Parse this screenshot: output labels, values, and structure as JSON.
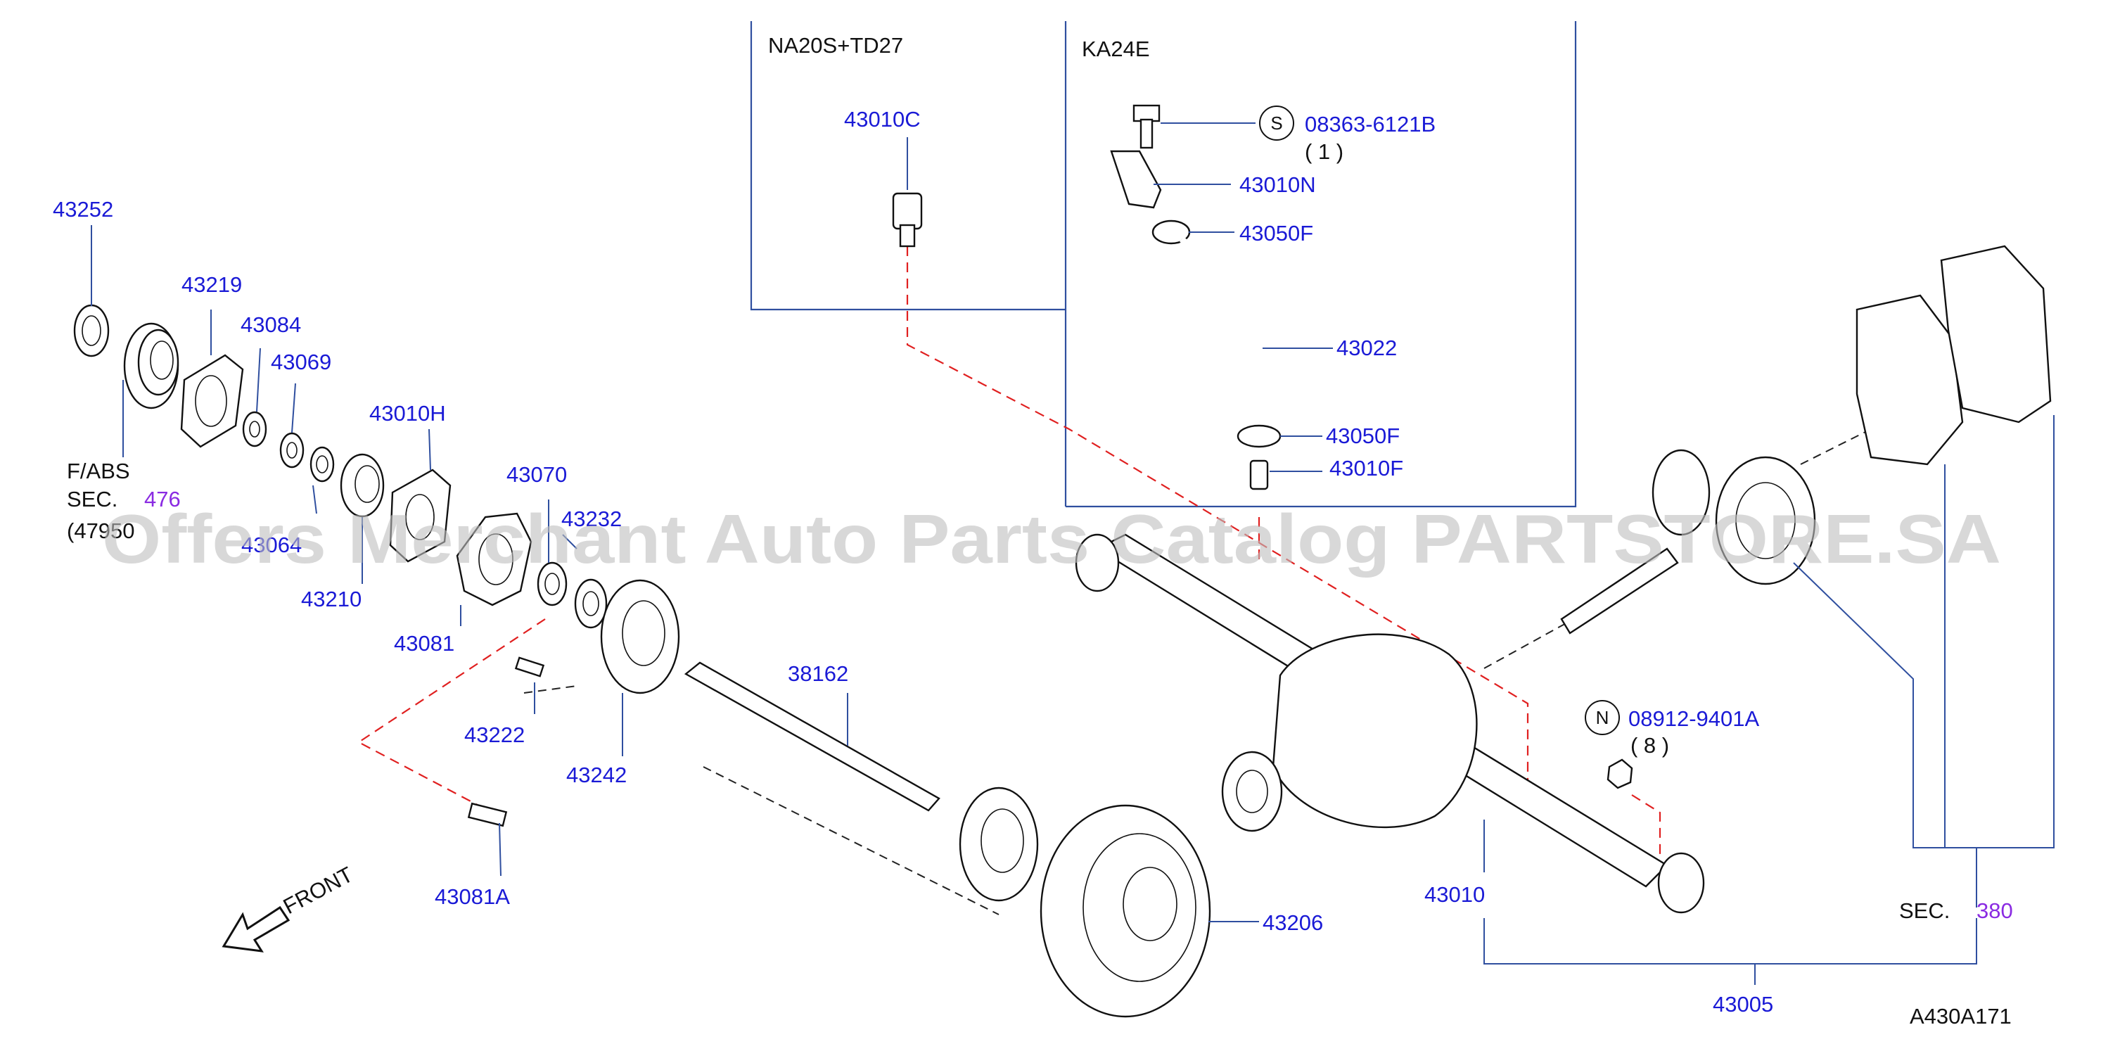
{
  "labels": {
    "p43252": "43252",
    "p43219": "43219",
    "p43084": "43084",
    "p43069": "43069",
    "p43010H": "43010H",
    "p43070": "43070",
    "p43232": "43232",
    "p43064": "43064",
    "p43210": "43210",
    "p43081": "43081",
    "p43222": "43222",
    "p43242": "43242",
    "p43081A": "43081A",
    "p38162": "38162",
    "p43206": "43206",
    "p43010": "43010",
    "p43005": "43005",
    "p43010C": "43010C",
    "p43010N": "43010N",
    "p43050F_a": "43050F",
    "p43022": "43022",
    "p43050F_b": "43050F",
    "p43010F": "43010F",
    "bolt_s": "08363-6121B",
    "bolt_s_qty": "( 1 )",
    "nut_n": "08912-9401A",
    "nut_n_qty": "( 8 )"
  },
  "groups": {
    "na20s": "NA20S+TD27",
    "ka24e": "KA24E"
  },
  "refs": {
    "fabs": "F/ABS",
    "sec_prefix": "SEC.",
    "sec476": "476",
    "sec47950": "(47950",
    "sec380": "380"
  },
  "markers": {
    "s": "S",
    "n": "N"
  },
  "front": "FRONT",
  "figure_code": "A430A171",
  "watermark": "Offers Merchant Auto Parts Catalog PARTSTORE.SA",
  "colors": {
    "part_number": "#1a1ad6",
    "section_ref": "#8a2be2",
    "leader": "#2f4f9f",
    "dashed_guide": "#e02020"
  }
}
